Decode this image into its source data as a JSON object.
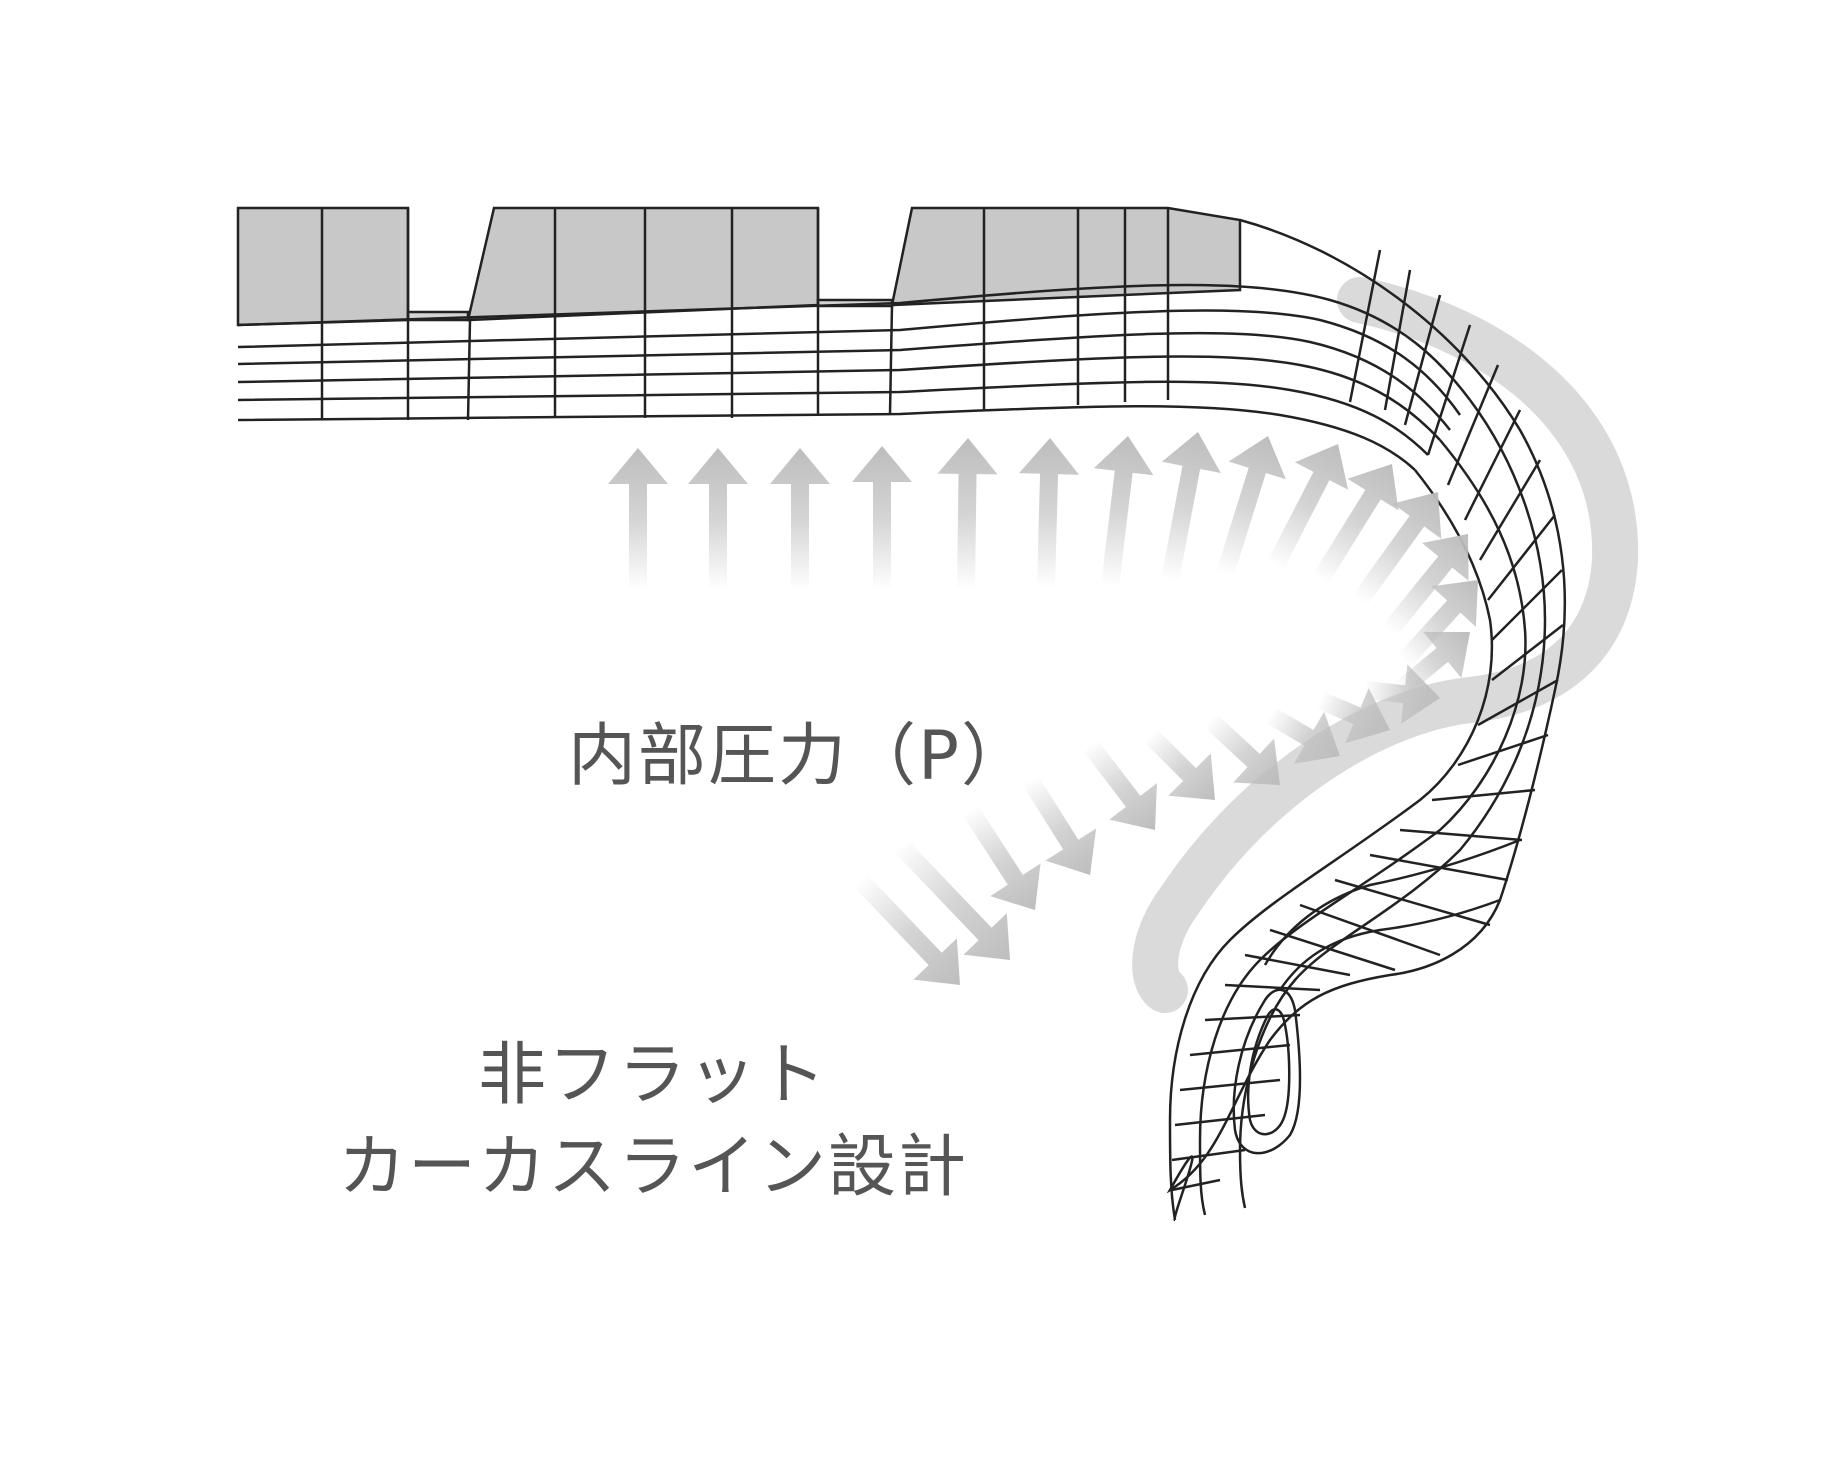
{
  "labels": {
    "internal_pressure": "内部圧力（P）",
    "carcass_line_1": "非フラット",
    "carcass_line_2": "カーカスライン設計"
  },
  "colors": {
    "tread_fill": "#c8c8c8",
    "mesh_stroke": "#222222",
    "arrow_fill": "#bdbdbd",
    "ghost_outline": "#d6d6d6",
    "text": "#555555"
  },
  "icons": {
    "pressure_arrow": "arrow-icon"
  }
}
